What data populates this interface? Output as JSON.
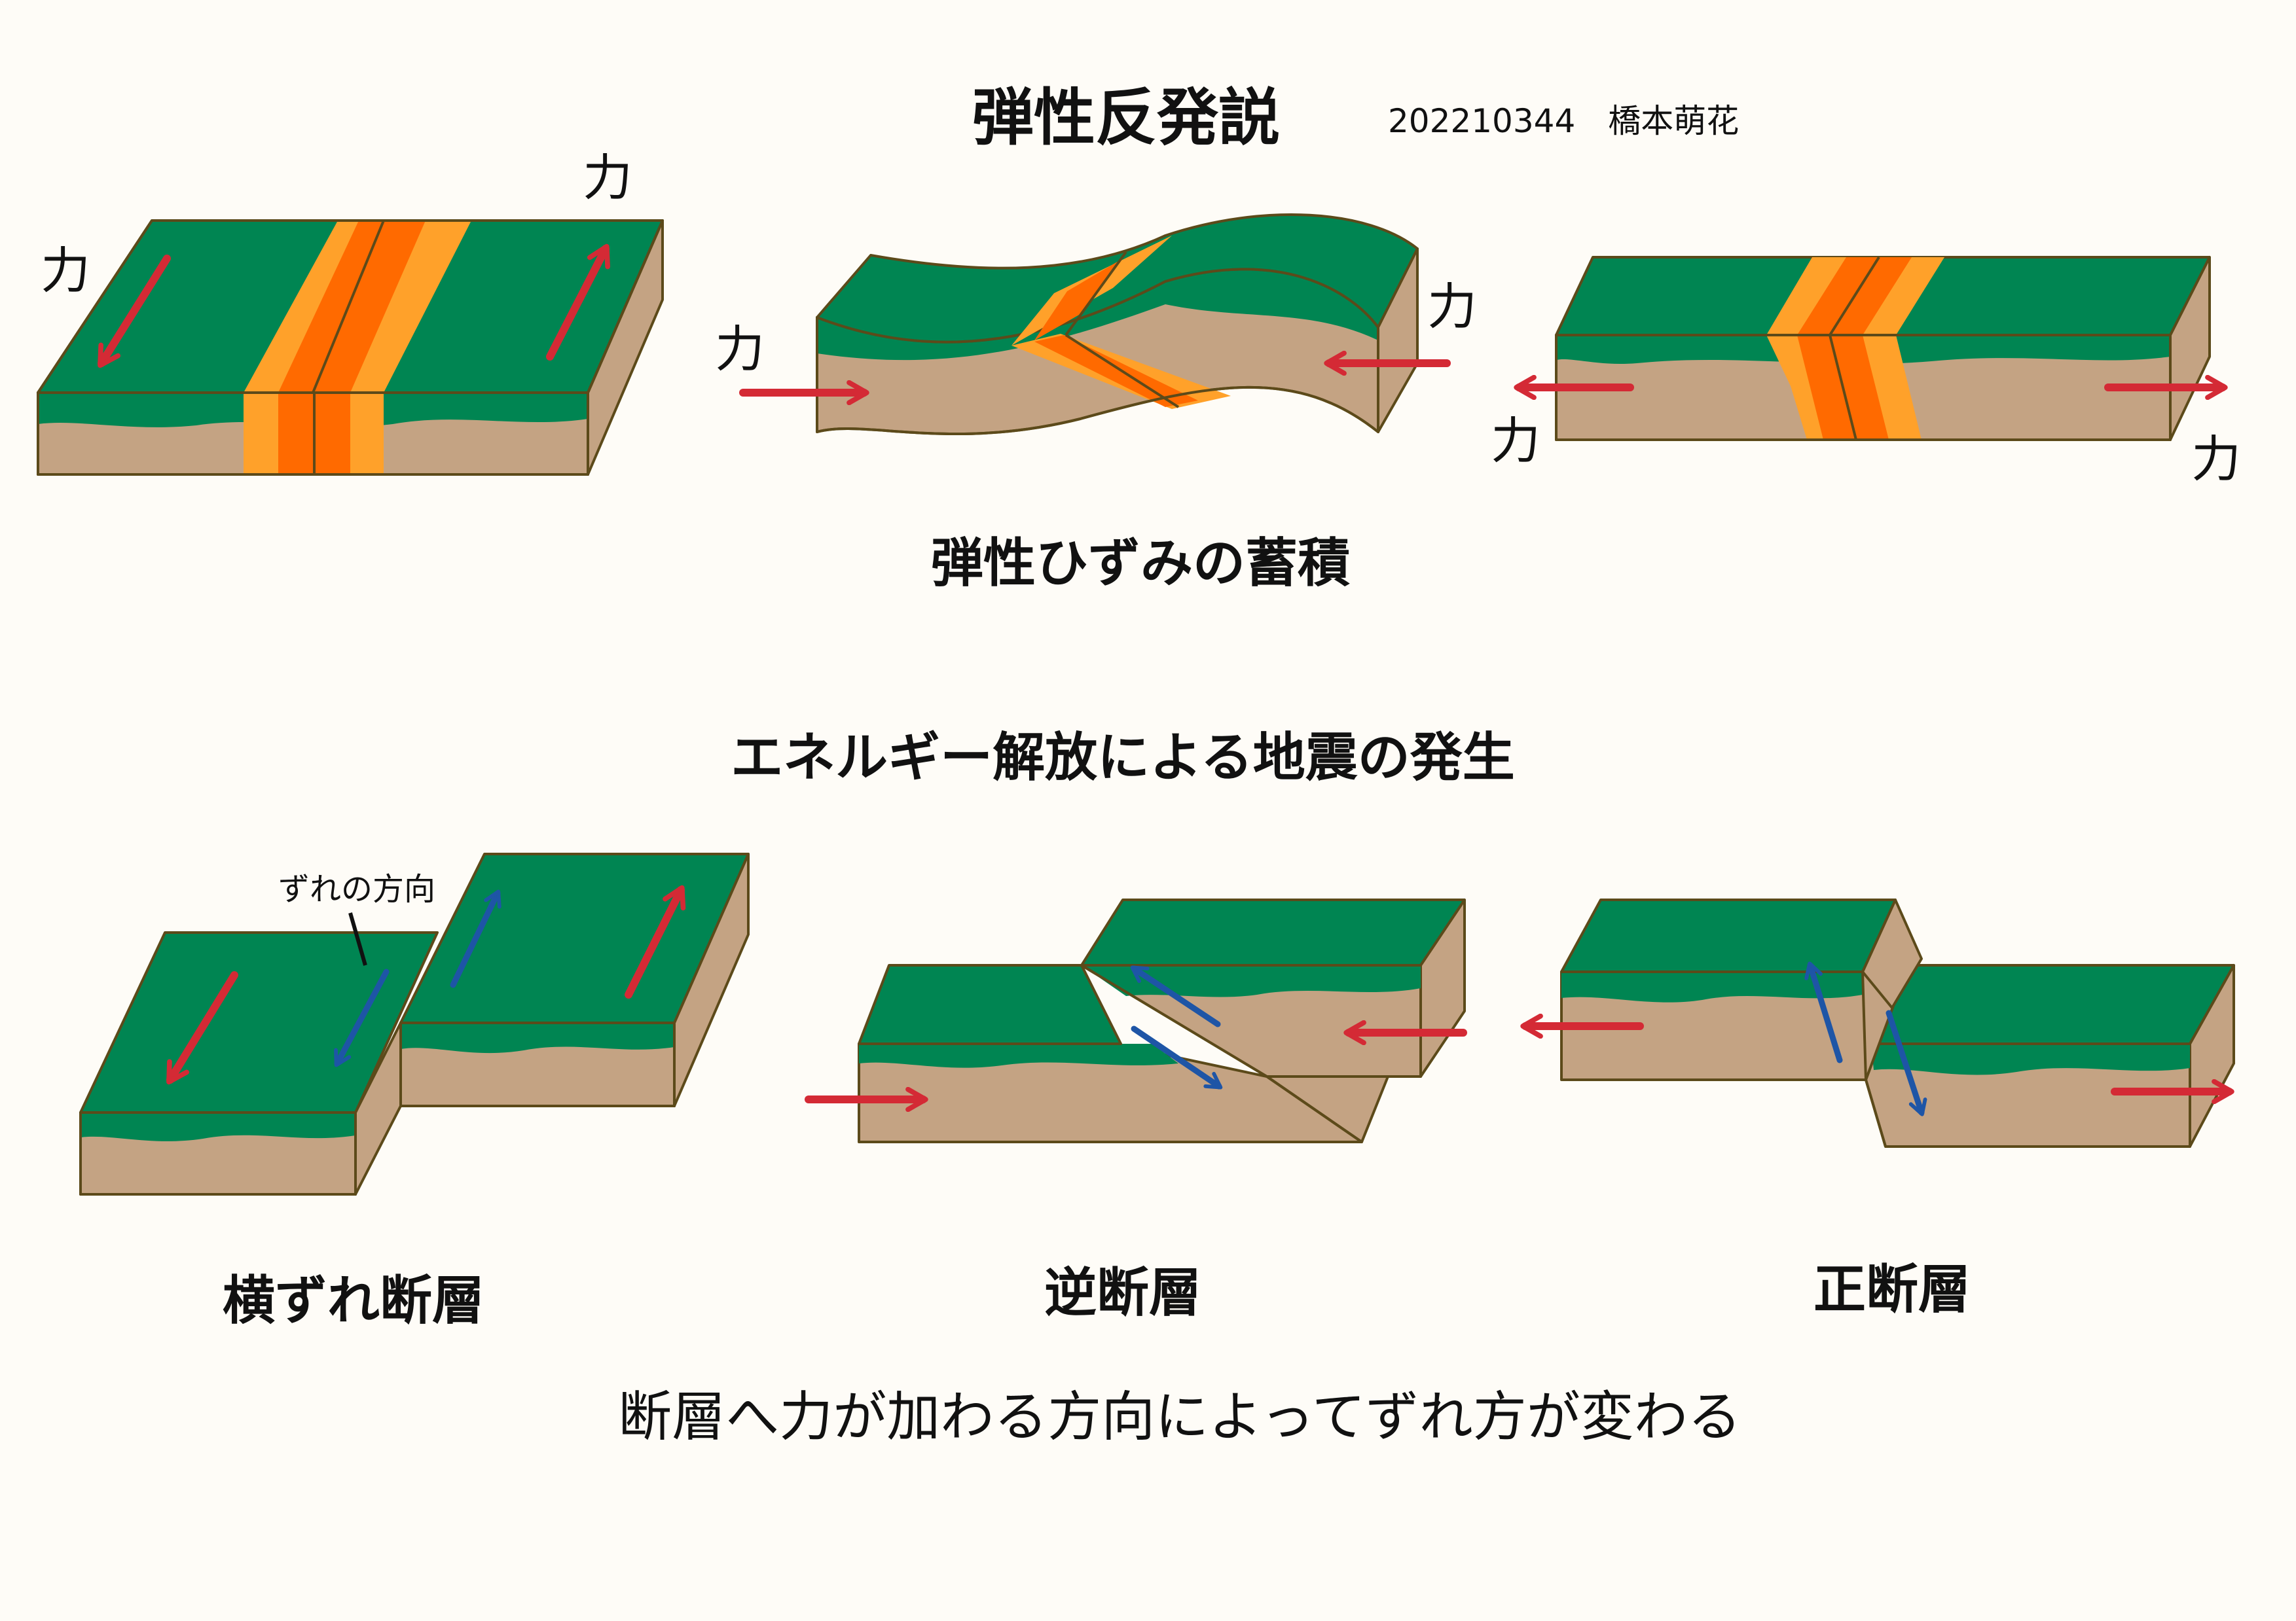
{
  "title": "弾性反発説",
  "author": "202210344　橋本萌花",
  "force_label": "力",
  "section1_caption": "弾性ひずみの蓄積",
  "section2_heading": "エネルギー解放による地震の発生",
  "slip_direction_label": "ずれの方向",
  "fault_types": [
    "横ずれ断層",
    "逆断層",
    "正断層"
  ],
  "bottom_caption": "断層へ力が加わる方向によってずれ方が変わる",
  "colors": {
    "surface": "#008552",
    "soil": "#c4a383",
    "outline": "#5c4a1a",
    "layer_light": "#ffa12a",
    "layer_dark": "#ff6a00",
    "force_arrow": "#d42a35",
    "slip_arrow": "#1e55a6",
    "background": "#fefcf7"
  },
  "icons": [
    "force-arrow-icon",
    "slip-arrow-icon"
  ]
}
